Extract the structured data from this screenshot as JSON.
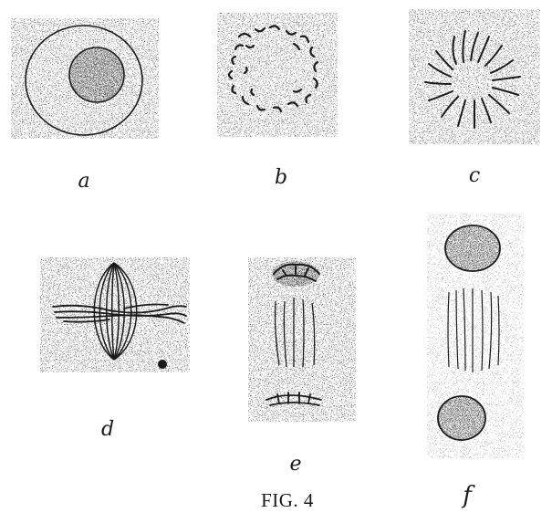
{
  "figure": {
    "caption": "FIG. 4",
    "panels": [
      {
        "label": "a",
        "stage": "resting-nucleus"
      },
      {
        "label": "b",
        "stage": "chromatin-threads"
      },
      {
        "label": "c",
        "stage": "radiating-chromosomes"
      },
      {
        "label": "d",
        "stage": "spindle-equatorial-plate"
      },
      {
        "label": "e",
        "stage": "chromosomes-at-poles"
      },
      {
        "label": "f",
        "stage": "daughter-nuclei"
      }
    ],
    "colors": {
      "ink": "#1a1a1a",
      "paper": "#ffffff"
    }
  }
}
